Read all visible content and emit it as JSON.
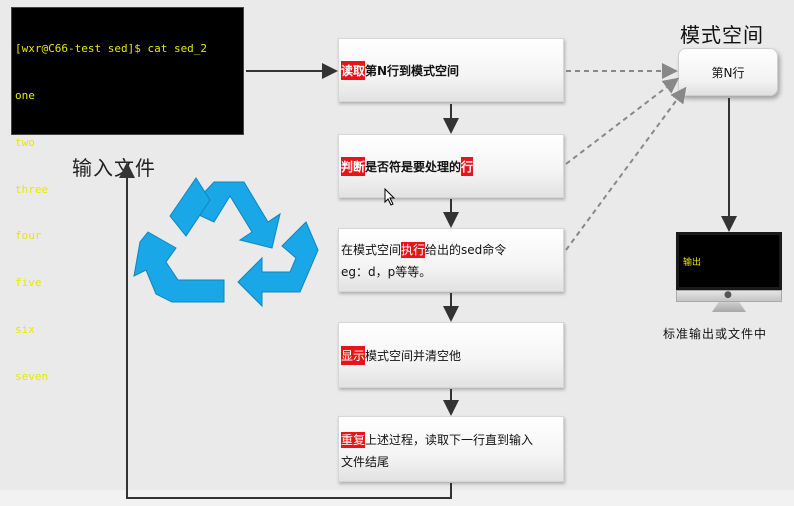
{
  "terminal": {
    "lines": [
      "[wxr@C66-test sed]$ cat sed_2",
      "one",
      "two",
      "three",
      "four",
      "five",
      "six",
      "seven"
    ]
  },
  "input_label": "输入文件",
  "pattern_space": {
    "title": "模式空间",
    "content": "第N行"
  },
  "flow": {
    "step1": {
      "highlight": "读取",
      "rest": "第N行到模式空间"
    },
    "step2": {
      "highlight1": "判断",
      "middle": "是否符是要处理的",
      "highlight2": "行"
    },
    "step3": {
      "prefix": "在模式空间",
      "highlight": "执行",
      "rest": "给出的sed命令",
      "line2": "eg：d，p等等。"
    },
    "step4": {
      "highlight": "显示",
      "rest": "模式空间并清空他"
    },
    "step5": {
      "highlight": "重复",
      "rest": "上述过程，读取下一行直到输入",
      "line2": "文件结尾"
    }
  },
  "monitor": {
    "screen_text": "输出",
    "logo": ""
  },
  "output_label": "标准输出或文件中",
  "colors": {
    "highlight": "#e8141a",
    "terminal_text": "#e8e800",
    "recycle": "#1aa7e8",
    "arrow": "#333333"
  }
}
